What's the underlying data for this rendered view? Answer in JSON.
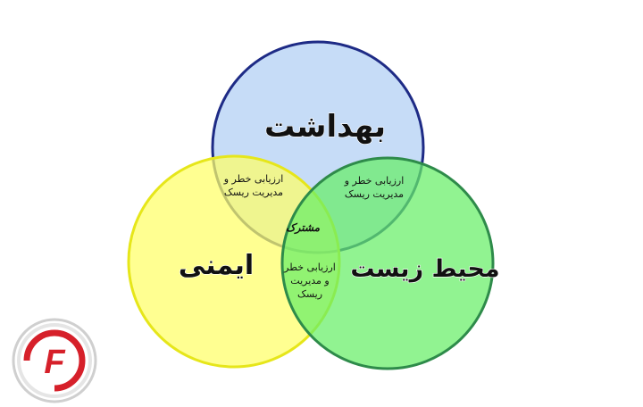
{
  "diagram": {
    "circles": {
      "health": {
        "label": "بهداشت",
        "fill": "#c6dcf7",
        "stroke": "#1e2b86"
      },
      "safety": {
        "label": "ایمنی",
        "fill": "#ffff66",
        "stroke": "#e6e61a"
      },
      "environment": {
        "label": "محیط زیست",
        "fill": "#66ef66",
        "stroke": "#2e8b4a"
      }
    },
    "overlaps": {
      "health_safety": {
        "line1": "ارزیابی خطر و",
        "line2": "مدیریت ریسک"
      },
      "health_environment": {
        "line1": "ارزیابی خطر و",
        "line2": "مدیریت ریسک"
      },
      "safety_environment": {
        "line1": "ارزیابی خطر",
        "line2": "و مدیریت",
        "line3": "ریسک"
      },
      "center": {
        "label": "مشترک"
      }
    }
  },
  "logo": {
    "letter": "F",
    "color": "#d6202a"
  }
}
